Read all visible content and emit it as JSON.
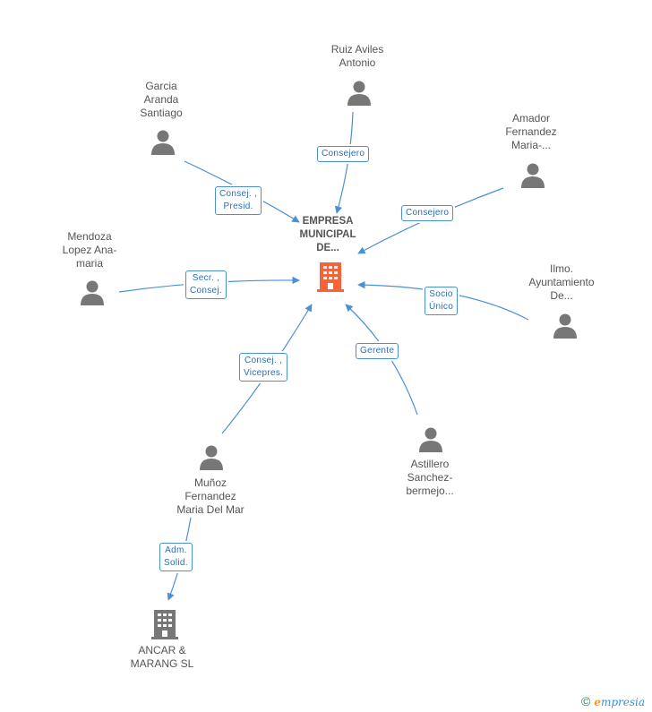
{
  "center": {
    "label": "EMPRESA\nMUNICIPAL\nDE..."
  },
  "people": [
    {
      "id": "ruiz",
      "label": "Ruiz Aviles\nAntonio"
    },
    {
      "id": "garcia",
      "label": "Garcia\nAranda\nSantiago"
    },
    {
      "id": "amador",
      "label": "Amador\nFernandez\nMaria-..."
    },
    {
      "id": "mendoza",
      "label": "Mendoza\nLopez Ana-\nmaria"
    },
    {
      "id": "ilmo",
      "label": "Ilmo.\nAyuntamiento\nDe..."
    },
    {
      "id": "munoz",
      "label": "Muñoz\nFernandez\nMaria Del Mar"
    },
    {
      "id": "astillero",
      "label": "Astillero\nSanchez-\nbermejo..."
    }
  ],
  "company2": {
    "label": "ANCAR &\nMARANG SL"
  },
  "relations": [
    {
      "from": "ruiz",
      "label": "Consejero"
    },
    {
      "from": "garcia",
      "label": "Consej. ,\nPresid."
    },
    {
      "from": "amador",
      "label": "Consejero"
    },
    {
      "from": "mendoza",
      "label": "Secr. ,\nConsej."
    },
    {
      "from": "ilmo",
      "label": "Socio\nÚnico"
    },
    {
      "from": "munoz",
      "label": "Consej. ,\nVicepres."
    },
    {
      "from": "astillero",
      "label": "Gerente"
    },
    {
      "from": "munoz",
      "to": "ancar",
      "label": "Adm.\nSolid."
    }
  ],
  "footer": {
    "copyright": "©",
    "brand_initial": "e",
    "brand_rest": "mpresia"
  },
  "colors": {
    "edge": "#4a90d9",
    "center_icon": "#f4633a",
    "node_icon": "#777777",
    "label": "#555555"
  }
}
